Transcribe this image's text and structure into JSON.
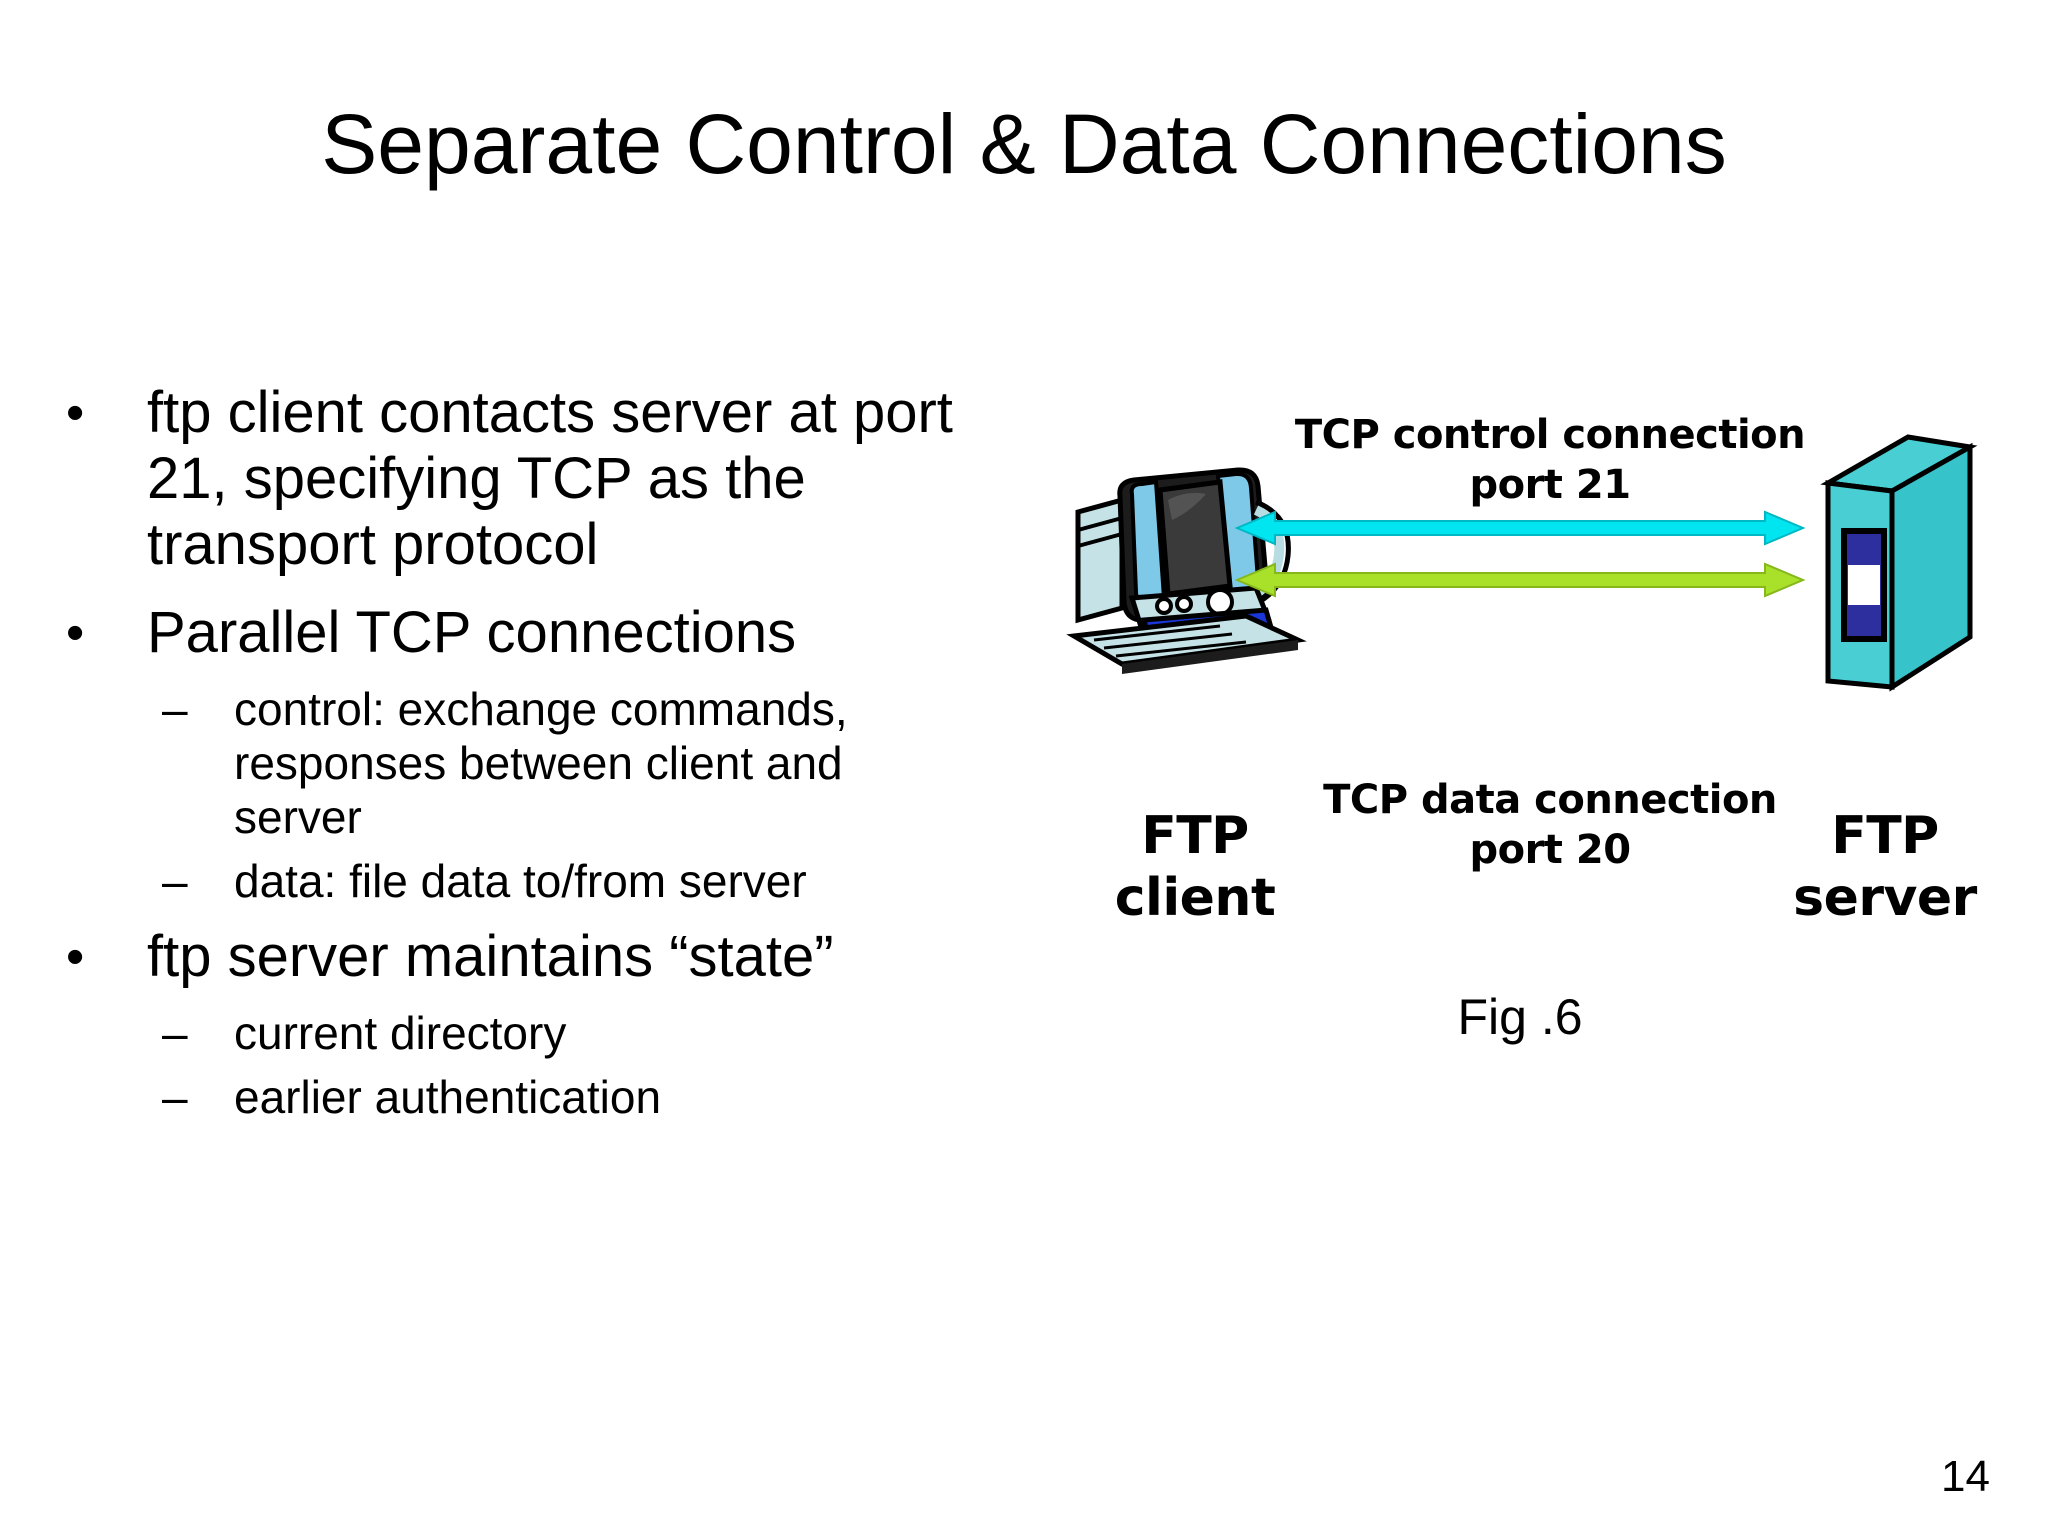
{
  "slide": {
    "title": "Separate Control & Data Connections",
    "page_number": "14"
  },
  "body": {
    "bullets": [
      {
        "level": 1,
        "marker": "•",
        "text": "ftp client contacts server at port 21, specifying TCP as the transport protocol"
      },
      {
        "level": 1,
        "marker": "•",
        "text": "Parallel TCP connections"
      },
      {
        "level": 2,
        "marker": "–",
        "text": "control: exchange commands, responses between client and server"
      },
      {
        "level": 2,
        "marker": "–",
        "text": "data: file data to/from server"
      },
      {
        "level": 1,
        "marker": "•",
        "text": "ftp server maintains “state”"
      },
      {
        "level": 2,
        "marker": "–",
        "text": "current directory"
      },
      {
        "level": 2,
        "marker": "–",
        "text": "earlier authentication"
      }
    ]
  },
  "diagram": {
    "control_label_line1": "TCP control connection",
    "control_label_line2": "port 21",
    "data_label_line1": "TCP data connection",
    "data_label_line2": "port 20",
    "client_label_line1": "FTP",
    "client_label_line2": "client",
    "server_label_line1": "FTP",
    "server_label_line2": "server",
    "figure_caption": "Fig .6",
    "colors": {
      "control_arrow": "#00e5f0",
      "data_arrow": "#a8e02a",
      "server_body": "#3ecfd4",
      "server_panel": "#2e2f9e",
      "server_slot": "#ffffff",
      "monitor_bezel": "#9fd4d8",
      "monitor_screen": "#3a3a3a",
      "tower_blue": "#1a36d8"
    }
  }
}
